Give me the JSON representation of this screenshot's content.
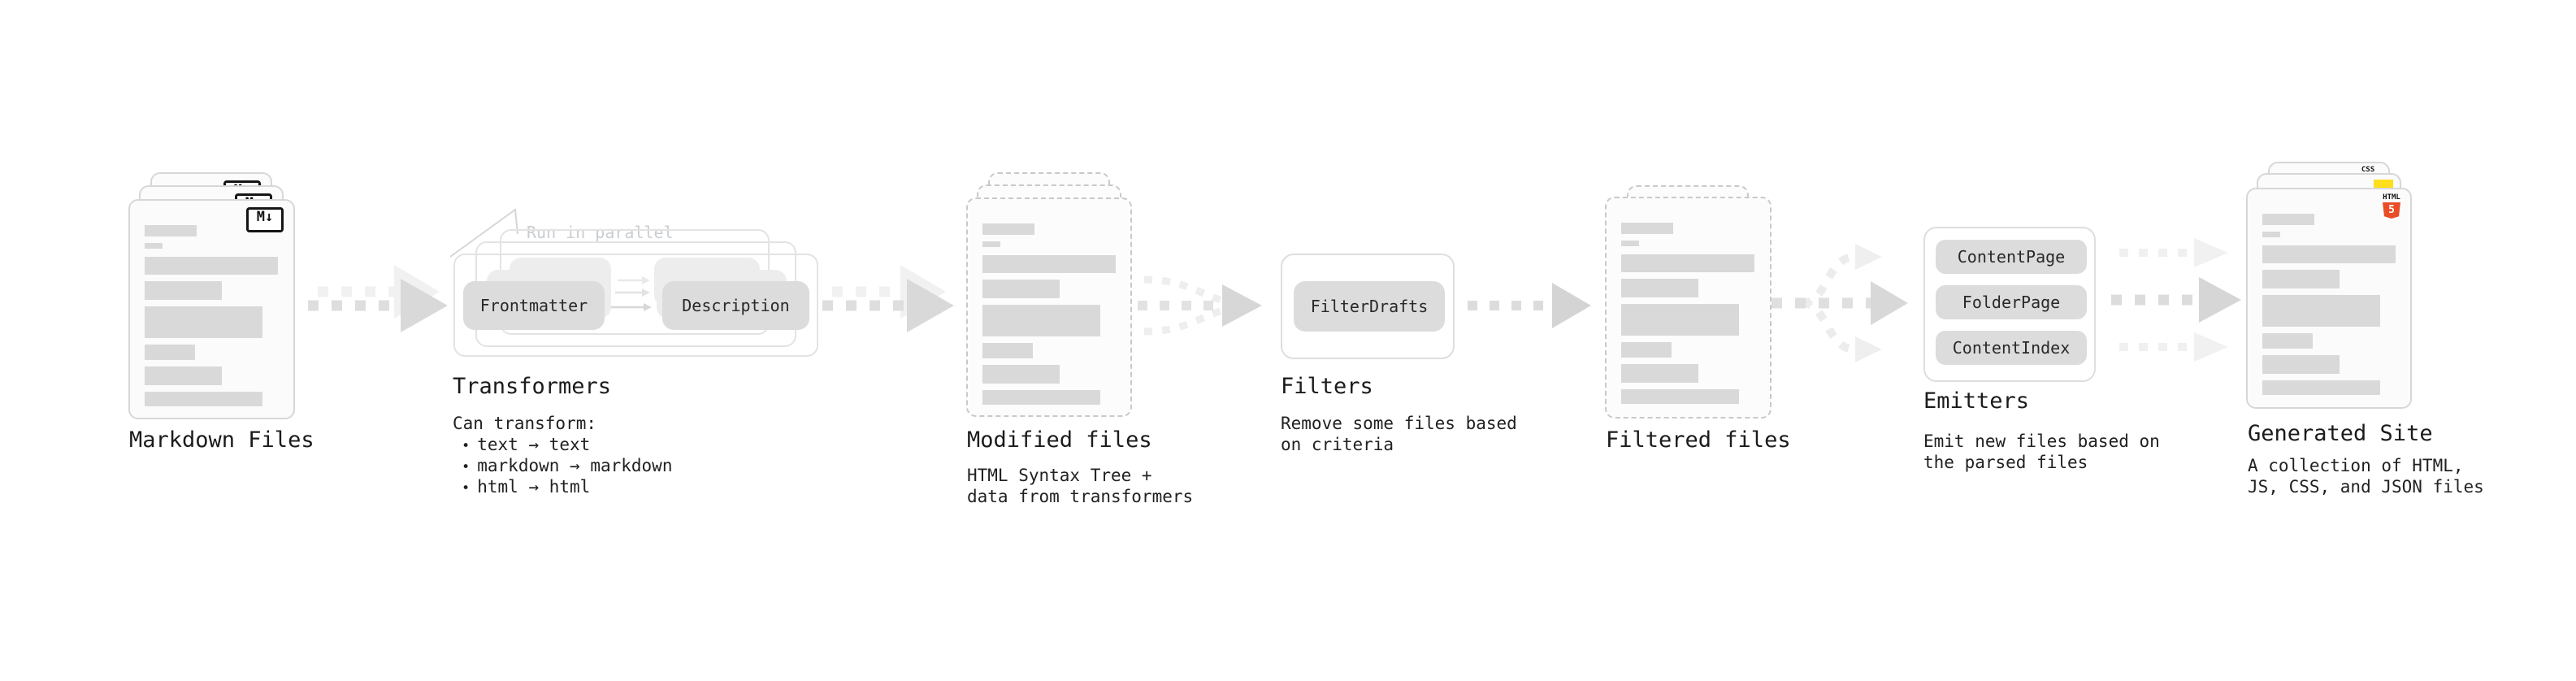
{
  "stages": {
    "markdown_files": {
      "title": "Markdown Files",
      "badge": "M↓"
    },
    "transformers": {
      "title": "Transformers",
      "parallel_note": "Run in parallel",
      "source_pill": "Frontmatter",
      "target_pill": "Description",
      "caption_heading": "Can transform:",
      "bullet_char": "•",
      "bullets": [
        "text → text",
        "markdown → markdown",
        "html → html"
      ]
    },
    "modified_files": {
      "title": "Modified files",
      "caption_lines": [
        "HTML Syntax Tree +",
        "data from transformers"
      ]
    },
    "filters": {
      "title": "Filters",
      "pill": "FilterDrafts",
      "caption_lines": [
        "Remove some files based",
        "on criteria"
      ]
    },
    "filtered_files": {
      "title": "Filtered files"
    },
    "emitters": {
      "title": "Emitters",
      "pills": [
        "ContentPage",
        "FolderPage",
        "ContentIndex"
      ],
      "caption_lines": [
        "Emit new files based on",
        "the parsed files"
      ]
    },
    "generated_site": {
      "title": "Generated Site",
      "caption_lines": [
        "A collection of HTML,",
        "JS, CSS, and JSON files"
      ],
      "css_badge": "CSS",
      "html_badge": "HTML",
      "html_number": "5"
    }
  },
  "icons": {
    "markdown": "markdown-icon",
    "css": "css-badge-icon",
    "js": "js-badge-icon",
    "html5": "html5-shield-icon",
    "flow_arrow": "dashed-arrow-right-icon",
    "merge_arrow": "merge-arrows-icon",
    "split_arrow": "split-arrows-icon",
    "transform_arrows": "parallel-arrows-icon"
  },
  "colors": {
    "text": "#1d1d1f",
    "note_text": "#c9cdd1",
    "card_border": "#d7d7d7",
    "card_fill": "#fbfbfb",
    "bar_fill": "#d9d9d9",
    "pill_fill": "#dcdcdc",
    "arrow": "#d9d9d9",
    "arrow_light": "#f1f1f1",
    "js_yellow": "#ffdf1b",
    "css_blue": "#2e6bf0",
    "html5_orange": "#e84d26"
  }
}
